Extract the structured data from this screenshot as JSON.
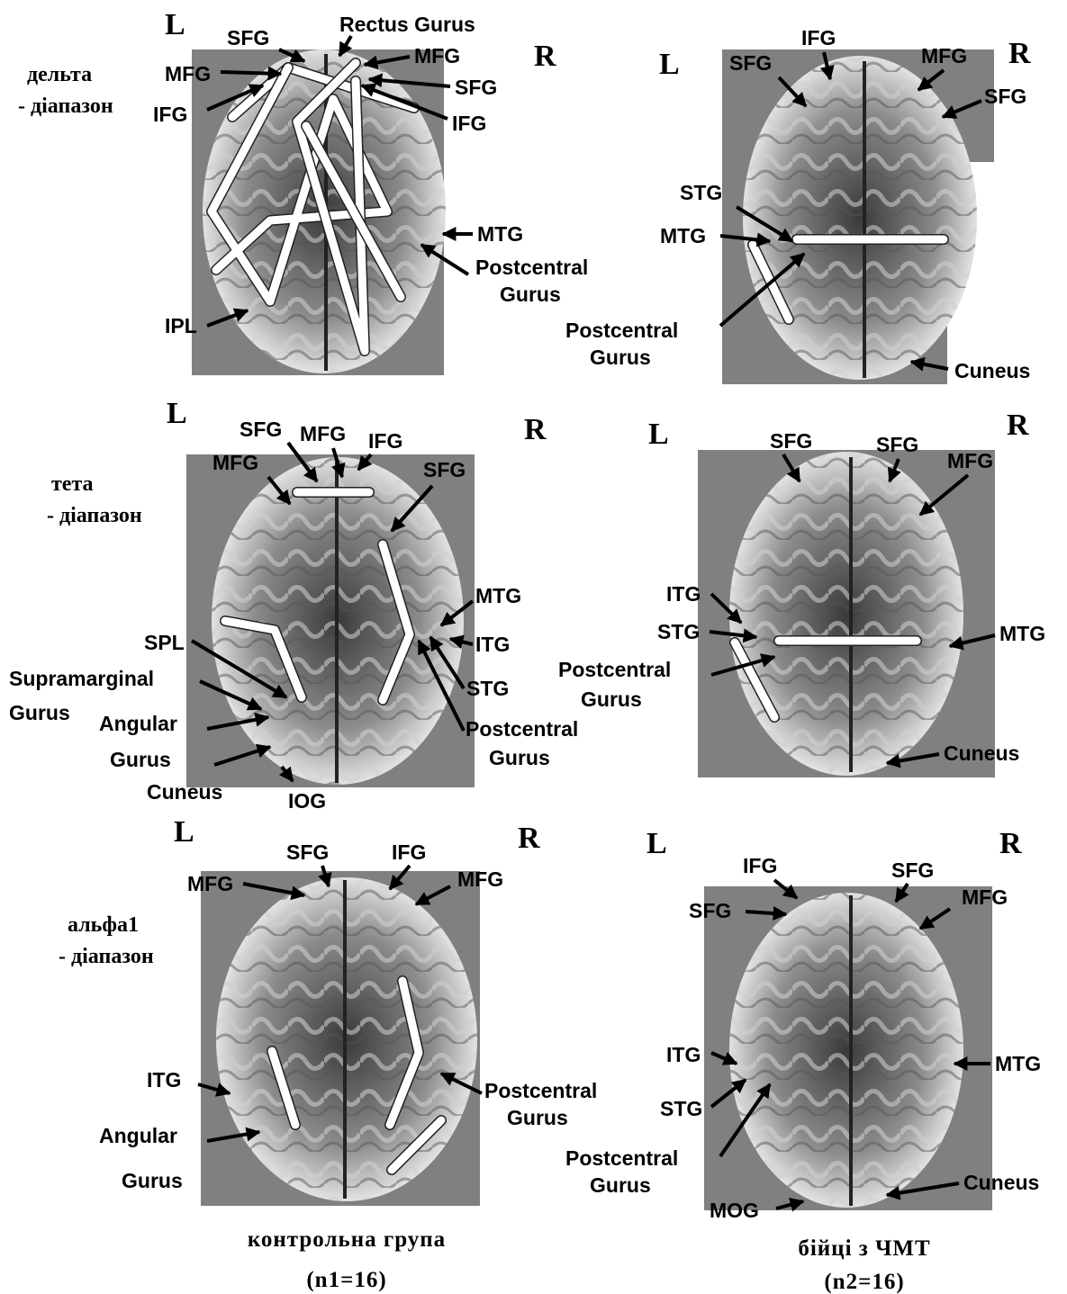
{
  "colors": {
    "background": "#ffffff",
    "panel_bg": "#808080",
    "arrow": "#000000",
    "connection": "#ffffff"
  },
  "bands": [
    "дельта",
    "- діапазон",
    "тета",
    "- діапазон",
    "альфа1",
    "- діапазон"
  ],
  "groups": {
    "control": "контрольна група",
    "control_n": "(n1=16)",
    "tbi": "бійці з ЧМТ",
    "tbi_n": "(n2=16)"
  },
  "panels": [
    {
      "id": "p1",
      "L": "L",
      "R": "R",
      "labels": [
        "SFG",
        "Rectus Gurus",
        "MFG",
        "MFG",
        "SFG",
        "IFG",
        "IFG",
        "MTG",
        "Postcentral",
        "Gurus",
        "IPL"
      ]
    },
    {
      "id": "p2",
      "L": "L",
      "R": "R",
      "labels": [
        "IFG",
        "SFG",
        "MFG",
        "SFG",
        "STG",
        "MTG",
        "Postcentral",
        "Gurus",
        "Cuneus"
      ]
    },
    {
      "id": "p3",
      "L": "L",
      "R": "R",
      "labels": [
        "SFG",
        "MFG",
        "IFG",
        "MFG",
        "SFG",
        "MTG",
        "ITG",
        "STG",
        "SPL",
        "Supramarginal",
        "Gurus",
        "Angular",
        "Gurus",
        "Postcentral",
        "Gurus",
        "Cuneus",
        "IOG"
      ]
    },
    {
      "id": "p4",
      "L": "L",
      "R": "R",
      "labels": [
        "SFG",
        "SFG",
        "MFG",
        "ITG",
        "STG",
        "MTG",
        "Postcentral",
        "Gurus",
        "Cuneus"
      ]
    },
    {
      "id": "p5",
      "L": "L",
      "R": "R",
      "labels": [
        "SFG",
        "IFG",
        "MFG",
        "MFG",
        "ITG",
        "Postcentral",
        "Gurus",
        "Angular",
        "Gurus"
      ]
    },
    {
      "id": "p6",
      "L": "L",
      "R": "R",
      "labels": [
        "IFG",
        "SFG",
        "SFG",
        "MFG",
        "ITG",
        "MTG",
        "STG",
        "Postcentral",
        "Gurus",
        "Cuneus",
        "MOG"
      ]
    }
  ]
}
